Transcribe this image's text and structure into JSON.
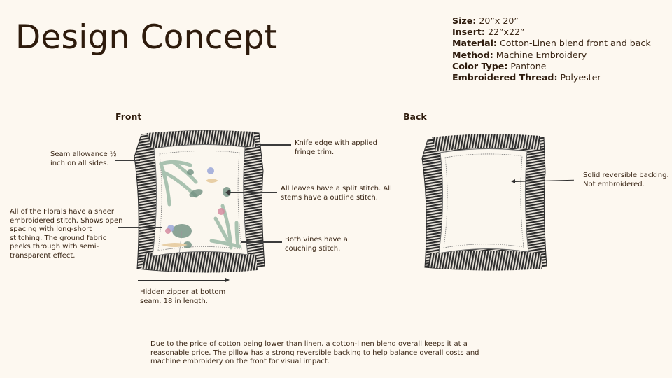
{
  "page": {
    "title": "Design Concept"
  },
  "specs": [
    {
      "label": "Size:",
      "value": "20”x 20”"
    },
    {
      "label": "Insert:",
      "value": "22”x22”"
    },
    {
      "label": "Material:",
      "value": "Cotton-Linen blend front and back"
    },
    {
      "label": "Method:",
      "value": " Machine Embroidery"
    },
    {
      "label": "Color Type:",
      "value": " Pantone"
    },
    {
      "label": "Embroidered Thread:",
      "value": "Polyester"
    }
  ],
  "front": {
    "heading": "Front",
    "annotations": {
      "seam": "Seam allowance ½ inch on all sides.",
      "florals": "All of the Florals have a sheer embroidered stitch.  Shows open spacing with long-short stitching. The ground fabric peeks through with semi-transparent effect.",
      "knife_edge": "Knife edge with applied fringe trim.",
      "leaves": "All leaves have a split stitch. All stems have a outline stitch.",
      "vines": "Both vines have a couching stitch.",
      "zipper": "Hidden zipper at bottom seam. 18 in length."
    }
  },
  "back": {
    "heading": "Back",
    "annotations": {
      "backing": "Solid reversible backing. Not embroidered."
    }
  },
  "summary": "Due to the price of cotton being lower than linen, a cotton-linen blend overall keeps it at a reasonable price. The pillow has a strong reversible backing to help balance overall costs and machine embroidery on the front for visual impact.",
  "colors": {
    "background": "#fdf8f0",
    "text": "#2e1b0c",
    "fringe": "#2b2b2b",
    "pillow_fill": "#fbf7ef",
    "vine_green": "#a9c2b0",
    "leaf_green": "#6f8f80",
    "flower_blue": "#9aa7d8",
    "flower_pink": "#d58ca0",
    "sand": "#e8cfa6"
  }
}
